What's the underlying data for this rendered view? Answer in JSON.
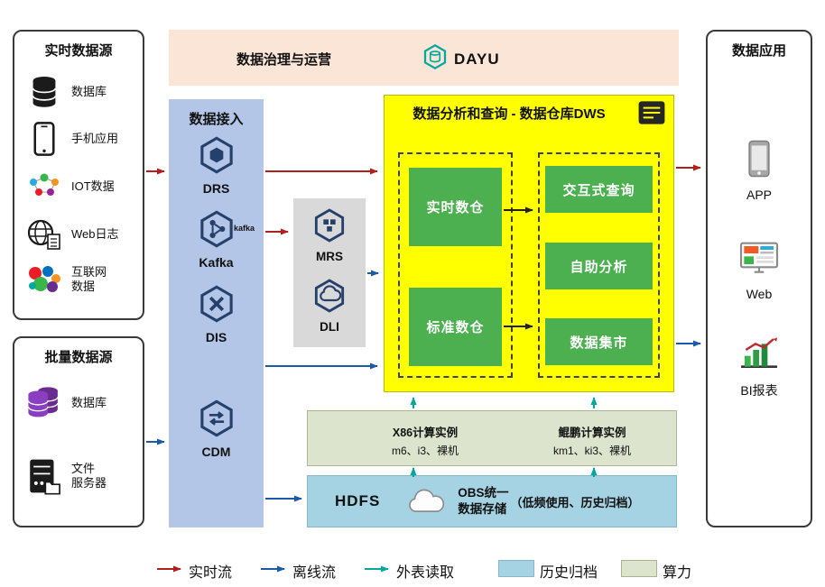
{
  "colors": {
    "red": "#b01e1e",
    "blue": "#1b5aa6",
    "teal": "#00a79b",
    "yellow": "#ffff00",
    "green": "#4caf50",
    "peach": "#fbe5d6",
    "ingest": "#b3c6e7",
    "gray": "#d9d9d9",
    "olive": "#dce4cd",
    "storage": "#a6d3e3"
  },
  "governance": {
    "title": "数据治理与运营",
    "logo_text": "DAYU"
  },
  "realtime_sources": {
    "title": "实时数据源",
    "items": [
      {
        "label": "数据库"
      },
      {
        "label": "手机应用"
      },
      {
        "label": "IOT数据"
      },
      {
        "label": "Web日志"
      },
      {
        "label": "互联网\n数据"
      }
    ]
  },
  "batch_sources": {
    "title": "批量数据源",
    "items": [
      {
        "label": "数据库"
      },
      {
        "label": "文件\n服务器"
      }
    ]
  },
  "ingestion": {
    "title": "数据接入",
    "items": [
      {
        "label": "DRS"
      },
      {
        "label": "Kafka",
        "badge": "kafka"
      },
      {
        "label": "DIS"
      },
      {
        "label": "CDM"
      }
    ]
  },
  "processing": {
    "items": [
      {
        "label": "MRS"
      },
      {
        "label": "DLI"
      }
    ]
  },
  "dws": {
    "title": "数据分析和查询 - 数据仓库DWS",
    "warehouses": [
      "实时数仓",
      "标准数仓"
    ],
    "services": [
      "交互式查询",
      "自助分析",
      "数据集市"
    ]
  },
  "compute": {
    "x86": {
      "title": "X86计算实例",
      "spec": "m6、i3、裸机"
    },
    "kunpeng": {
      "title": "鲲鹏计算实例",
      "spec": "km1、ki3、裸机"
    }
  },
  "storage": {
    "hdfs": "HDFS",
    "obs": "OBS统一\n数据存储",
    "note": "（低频使用、历史归档）"
  },
  "applications": {
    "title": "数据应用",
    "items": [
      {
        "label": "APP"
      },
      {
        "label": "Web"
      },
      {
        "label": "BI报表"
      }
    ]
  },
  "legend": {
    "realtime": "实时流",
    "offline": "离线流",
    "external": "外表读取",
    "archive": "历史归档",
    "compute": "算力"
  }
}
